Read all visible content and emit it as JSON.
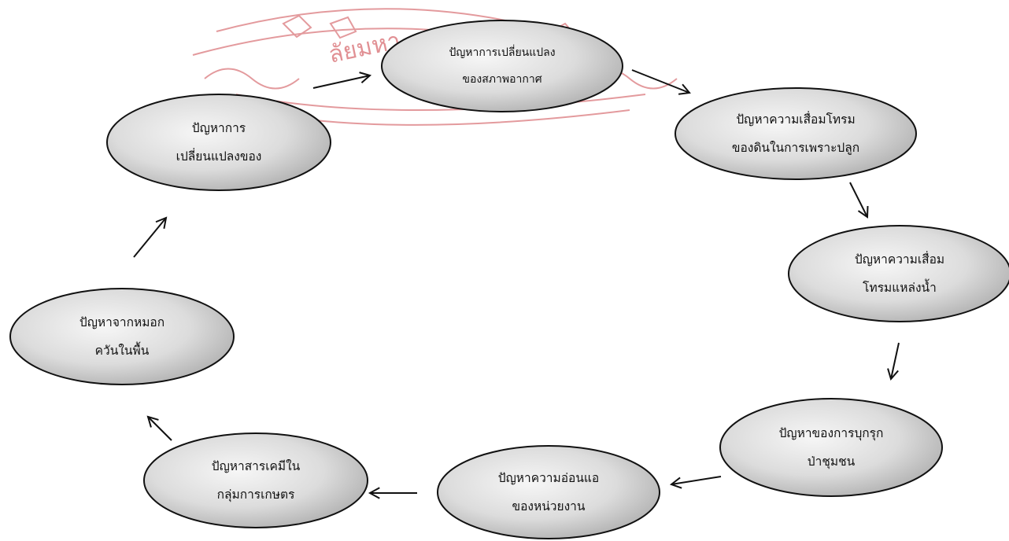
{
  "diagram": {
    "type": "cycle",
    "direction": "clockwise",
    "nodes": [
      {
        "id": "climate-change",
        "lines": [
          "ปัญหาการเปลี่ยนแปลง",
          "ของสภาพอากาศ"
        ]
      },
      {
        "id": "soil-degradation",
        "lines": [
          "ปัญหาความเสื่อมโทรม",
          "ของดินในการเพราะปลูก"
        ]
      },
      {
        "id": "water-degradation",
        "lines": [
          "ปัญหาความเสื่อม",
          "โทรมแหล่งน้ำ"
        ]
      },
      {
        "id": "forest-encroachment",
        "lines": [
          "ปัญหาของการบุกรุก",
          "ป่าชุมชน"
        ]
      },
      {
        "id": "weak-agencies",
        "lines": [
          "ปัญหาความอ่อนแอ",
          "ของหน่วยงาน"
        ]
      },
      {
        "id": "agro-chemicals",
        "lines": [
          "ปัญหาสารเคมีใน",
          "กลุ่มการเกษตร"
        ]
      },
      {
        "id": "haze",
        "lines": [
          "ปัญหาจากหมอก",
          "ควันในพื้น"
        ]
      },
      {
        "id": "change-of",
        "lines": [
          "ปัญหาการ",
          "เปลี่ยนแปลงของ"
        ]
      }
    ],
    "edges": [
      {
        "from": "change-of",
        "to": "climate-change"
      },
      {
        "from": "climate-change",
        "to": "soil-degradation"
      },
      {
        "from": "soil-degradation",
        "to": "water-degradation"
      },
      {
        "from": "water-degradation",
        "to": "forest-encroachment"
      },
      {
        "from": "forest-encroachment",
        "to": "weak-agencies"
      },
      {
        "from": "weak-agencies",
        "to": "agro-chemicals"
      },
      {
        "from": "agro-chemicals",
        "to": "haze"
      },
      {
        "from": "haze",
        "to": "change-of"
      }
    ],
    "style": {
      "node_fill_light": "#f4f4f4",
      "node_fill_dark": "#a9a9a9",
      "node_stroke": "#111111",
      "arrow_color": "#111111",
      "watermark_color": "#c9373d"
    }
  }
}
